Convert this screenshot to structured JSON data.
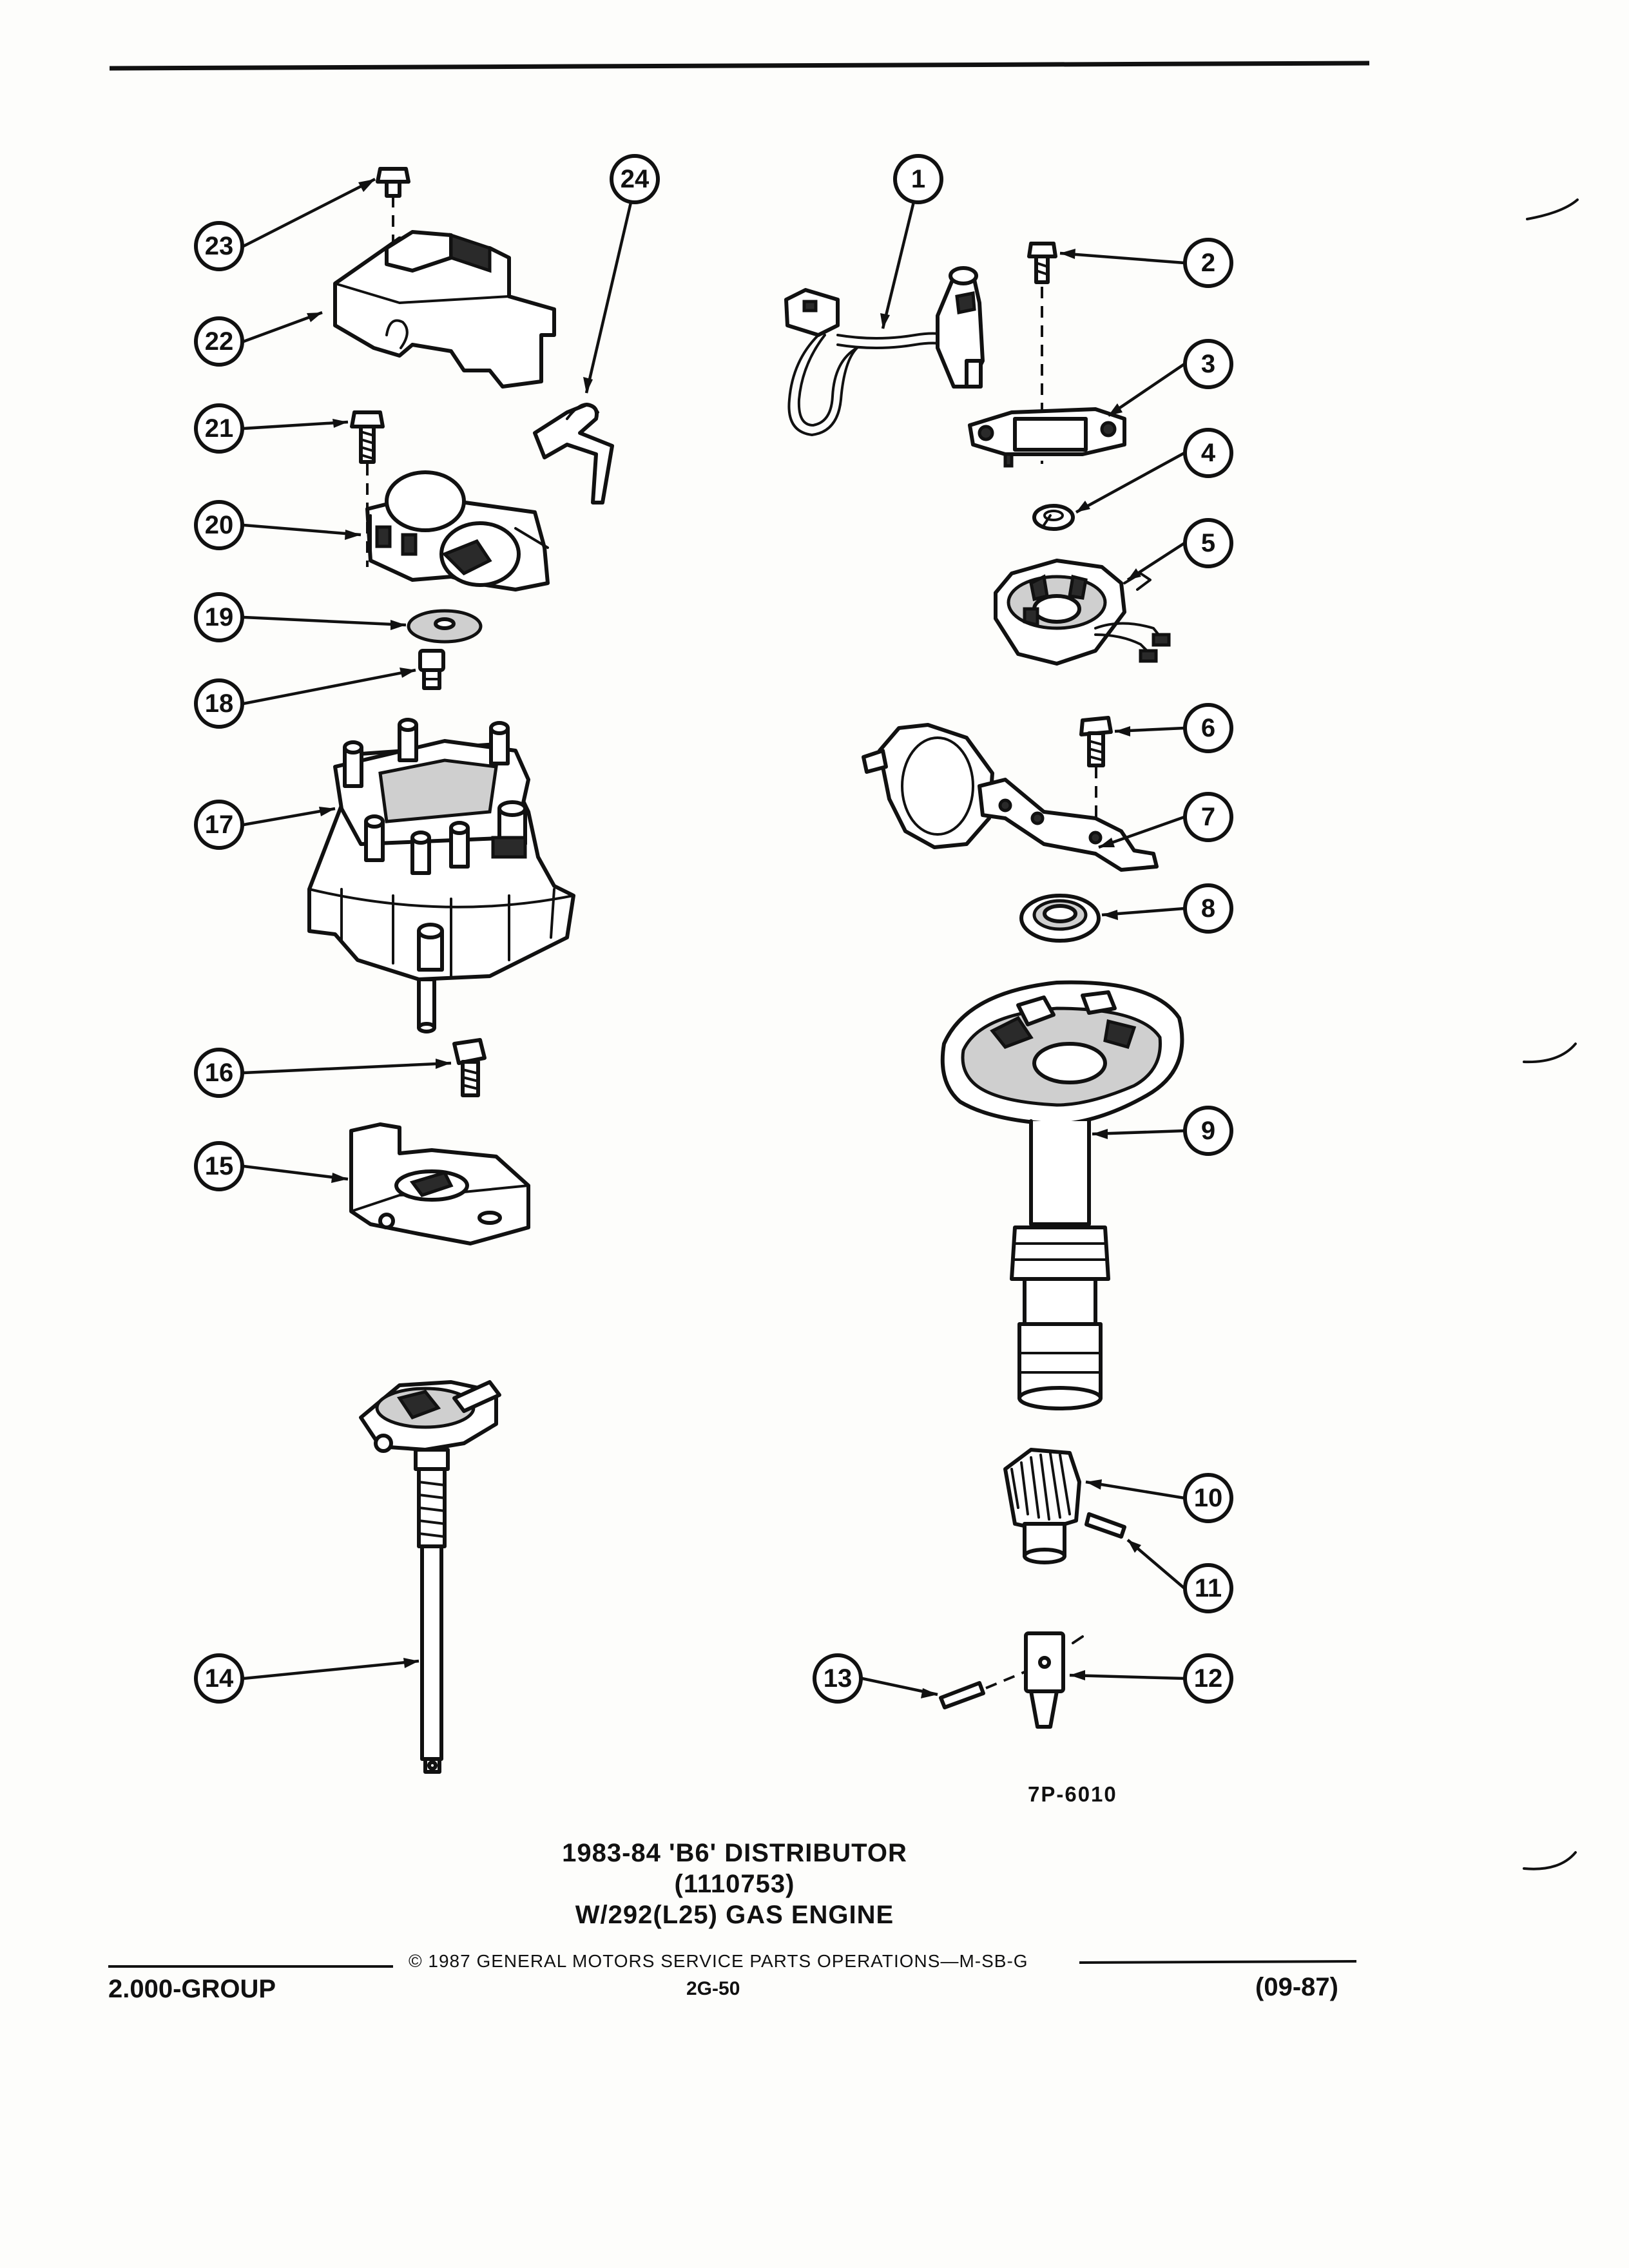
{
  "figure_code": "7P-6010",
  "title": {
    "line1": "1983-84 'B6' DISTRIBUTOR",
    "line2": "(1110753)",
    "line3": "W/292(L25) GAS ENGINE"
  },
  "footer": {
    "copyright": "© 1987 GENERAL MOTORS SERVICE PARTS OPERATIONS—M-SB-G",
    "group": "2.000-GROUP",
    "page": "2G-50",
    "date_code": "(09-87)"
  },
  "callouts": [
    "1",
    "2",
    "3",
    "4",
    "5",
    "6",
    "7",
    "8",
    "9",
    "10",
    "11",
    "12",
    "13",
    "14",
    "15",
    "16",
    "17",
    "18",
    "19",
    "20",
    "21",
    "22",
    "23",
    "24"
  ]
}
